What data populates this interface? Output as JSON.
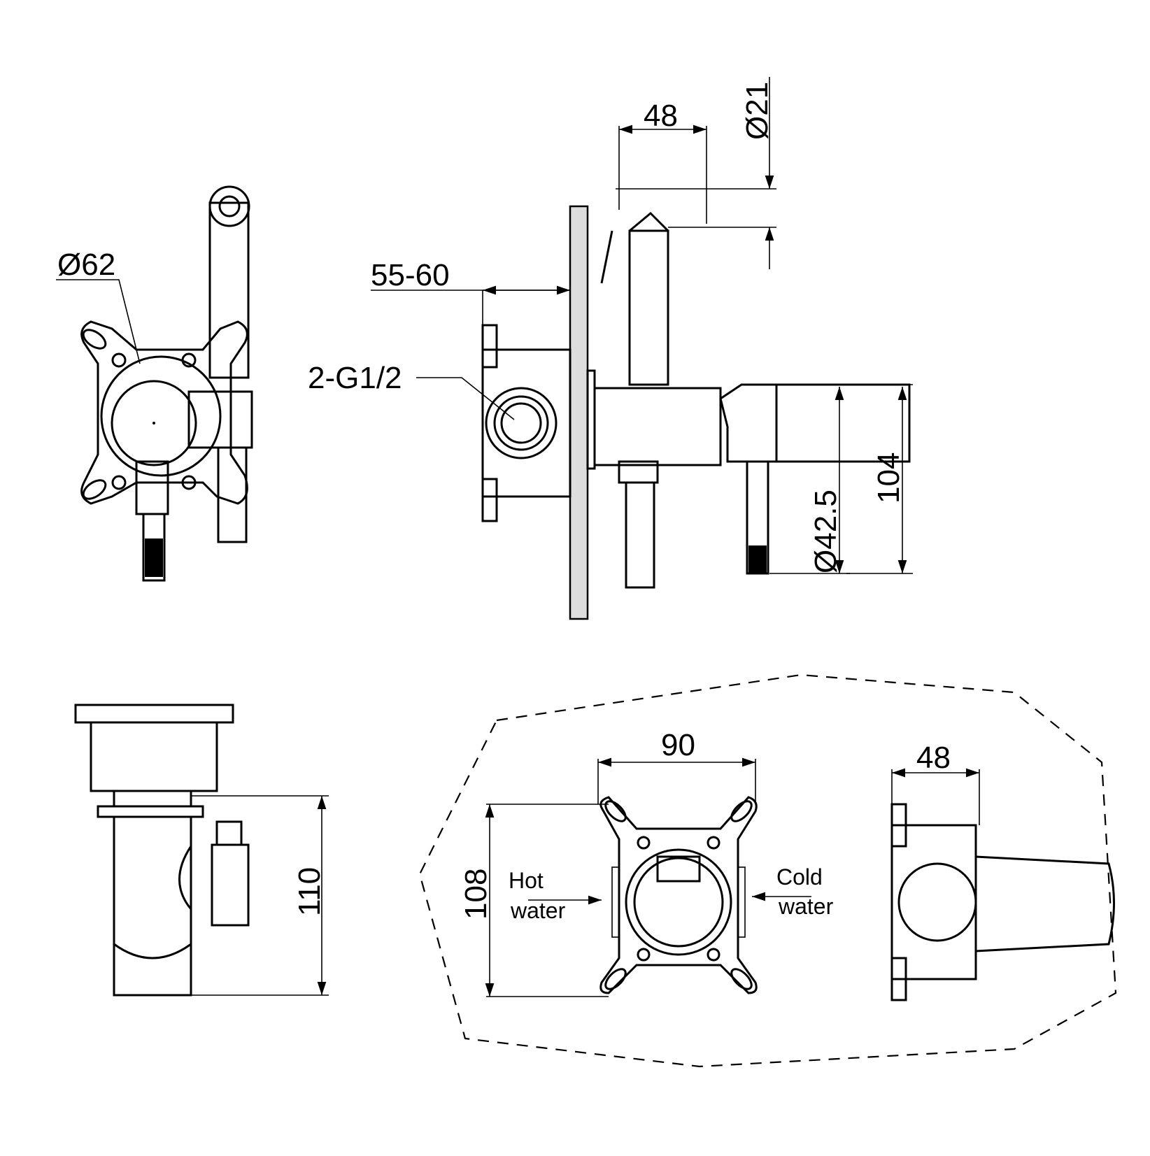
{
  "front_view": {
    "diameter_label": "Ø62"
  },
  "side_view": {
    "wall_thickness_label": "55-60",
    "thread_label": "2-G1/2",
    "spout_length_label": "48",
    "hose_diameter_label": "Ø21",
    "body_diameter_label": "Ø42.5",
    "height_label": "104"
  },
  "top_view": {
    "depth_label": "110"
  },
  "rough_in_box": {
    "width_label": "90",
    "height_label": "108",
    "hot_label_1": "Hot",
    "hot_label_2": "water",
    "cold_label_1": "Cold",
    "cold_label_2": "water",
    "side_depth_label": "48"
  }
}
